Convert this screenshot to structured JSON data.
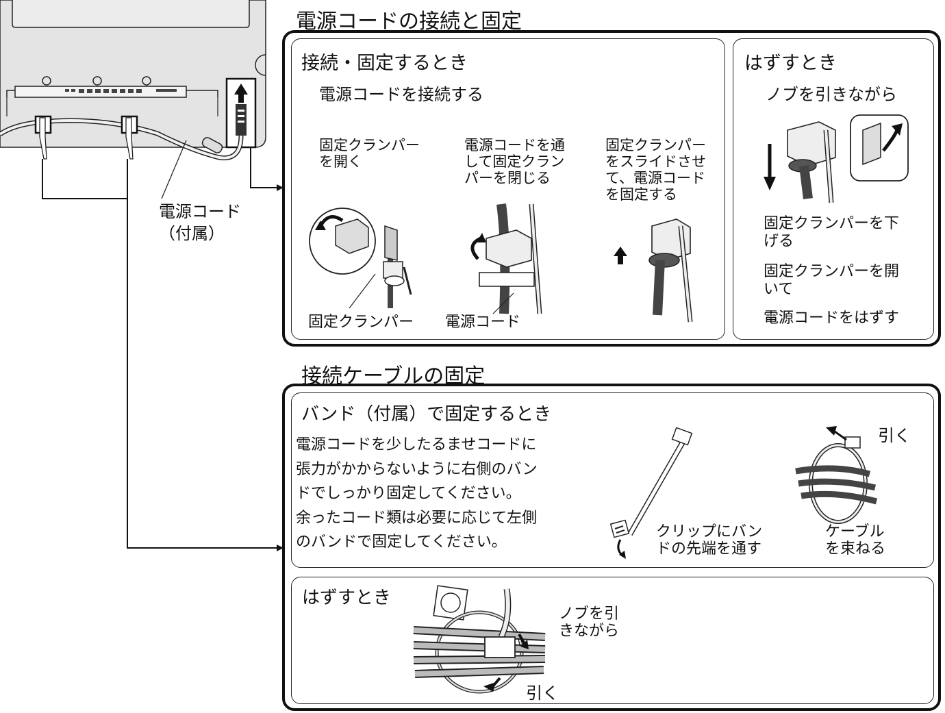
{
  "tv": {
    "cord_label": "電源コード\n（付属）"
  },
  "power_cord": {
    "heading": "電源コードの接続と固定",
    "attach": {
      "title": "接続・固定するとき",
      "lead": "電源コードを接続する",
      "step1": "固定クランパー\nを開く",
      "step2": "電源コードを通\nして固定クラン\nパーを閉じる",
      "step3": "固定クランパー\nをスライドさせ\nて、電源コード\nを固定する",
      "label_clamper": "固定クランパー",
      "label_cord": "電源コード"
    },
    "detach": {
      "title": "はずすとき",
      "lead": "ノブを引きながら",
      "step1": "固定クランパーを下\nげる",
      "step2": "固定クランパーを開\nいて",
      "step3": "電源コードをはずす"
    }
  },
  "cable": {
    "heading": "接続ケーブルの固定",
    "band": {
      "title": "バンド（付属）で固定するとき",
      "body": "電源コードを少したるませコードに\n張力がかからないように右側のバン\nドでしっかり固定してください。\n余ったコード類は必要に応じて左側\nのバンドで固定してください。",
      "clip_caption": "クリップにバン\nドの先端を通す",
      "bundle_caption": "ケーブル\nを束ねる",
      "pull": "引く"
    },
    "remove": {
      "title": "はずすとき",
      "knob": "ノブを引\nきながら",
      "pull": "引く"
    }
  }
}
